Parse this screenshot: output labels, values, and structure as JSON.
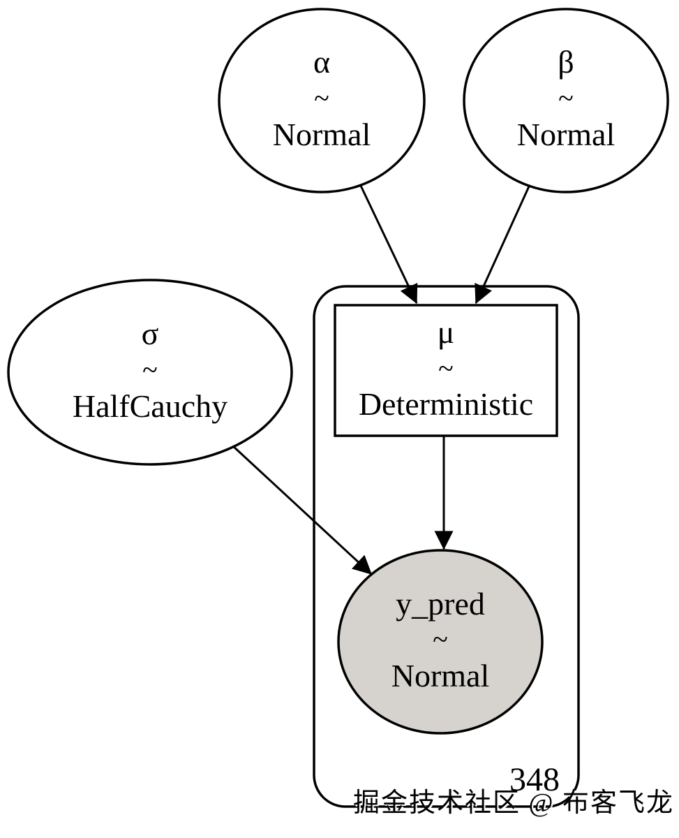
{
  "diagram": {
    "kind": "probabilistic-graphical-model",
    "plate": {
      "count": "348",
      "contains": [
        "mu",
        "y_pred"
      ]
    },
    "nodes": {
      "alpha": {
        "name": "α",
        "tilde": "~",
        "dist": "Normal",
        "shape": "ellipse",
        "observed": false
      },
      "beta": {
        "name": "β",
        "tilde": "~",
        "dist": "Normal",
        "shape": "ellipse",
        "observed": false
      },
      "sigma": {
        "name": "σ",
        "tilde": "~",
        "dist": "HalfCauchy",
        "shape": "ellipse",
        "observed": false
      },
      "mu": {
        "name": "μ",
        "tilde": "~",
        "dist": "Deterministic",
        "shape": "box",
        "observed": false
      },
      "y_pred": {
        "name": "y_pred",
        "tilde": "~",
        "dist": "Normal",
        "shape": "ellipse",
        "observed": true
      }
    },
    "edges": [
      {
        "from": "alpha",
        "to": "mu"
      },
      {
        "from": "beta",
        "to": "mu"
      },
      {
        "from": "sigma",
        "to": "y_pred"
      },
      {
        "from": "mu",
        "to": "y_pred"
      }
    ]
  },
  "colors": {
    "stroke": "#000000",
    "node_fill": "#ffffff",
    "observed_fill": "#d6d3ce",
    "watermark": "#a8a8a8",
    "background": "#ffffff"
  },
  "watermark": {
    "text": "掘金技术社区 @ 布客飞龙"
  }
}
